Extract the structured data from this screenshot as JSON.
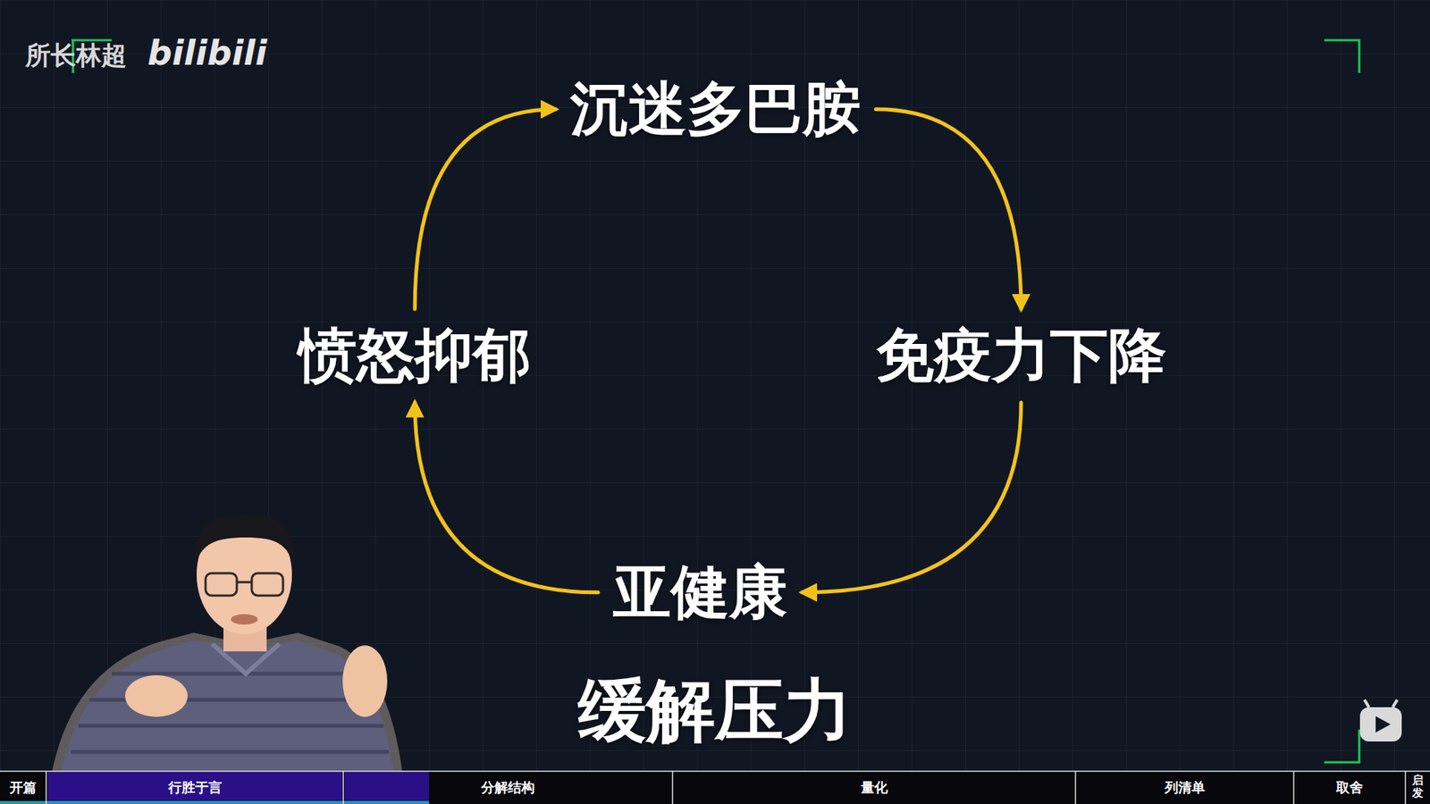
{
  "diagram": {
    "caption": "缓解压力",
    "nodes": [
      {
        "text": [
          "沉迷多巴胺"
        ]
      },
      {
        "text": [
          "免疫力下降"
        ]
      },
      {
        "text": [
          "亚健康"
        ]
      },
      {
        "text": [
          "愤怒抑郁"
        ]
      }
    ],
    "edges": [
      {
        "from": 0,
        "to": 1,
        "arrow": "to"
      },
      {
        "from": 1,
        "to": 2,
        "arrow": "to"
      },
      {
        "from": 2,
        "to": 3,
        "arrow": "to"
      },
      {
        "from": 3,
        "to": 0,
        "arrow": "to"
      }
    ],
    "labels": [
      "所长林超",
      "bilibili",
      "开篇",
      "行胜于言",
      "分解结构",
      "量化",
      "列清单",
      "取舍",
      "启发"
    ]
  }
}
